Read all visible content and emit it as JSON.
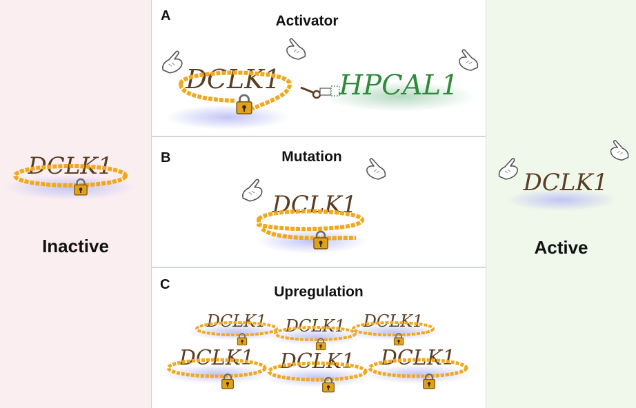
{
  "panels": {
    "left": {
      "label": "Inactive"
    },
    "right": {
      "label": "Active"
    }
  },
  "sections": [
    {
      "letter": "A",
      "title": "Activator"
    },
    {
      "letter": "B",
      "title": "Mutation"
    },
    {
      "letter": "C",
      "title": "Upregulation"
    }
  ],
  "molecule_labels": {
    "dclk": "DCLK1",
    "activator": "HPCAL1"
  },
  "colors": {
    "inactive_bg": "#fbeef1",
    "active_bg": "#eff8ea",
    "chain": "#f0a81c",
    "lock": "#d79a18",
    "dclk_text": "#5a3d22",
    "activator_text": "#2f8a3c",
    "shadow_blue": "#c7c9f4",
    "shadow_green": "#b9dcc6"
  },
  "icons": [
    "padlock-icon",
    "chain-icon",
    "gloved-hand-icon",
    "key-icon"
  ]
}
